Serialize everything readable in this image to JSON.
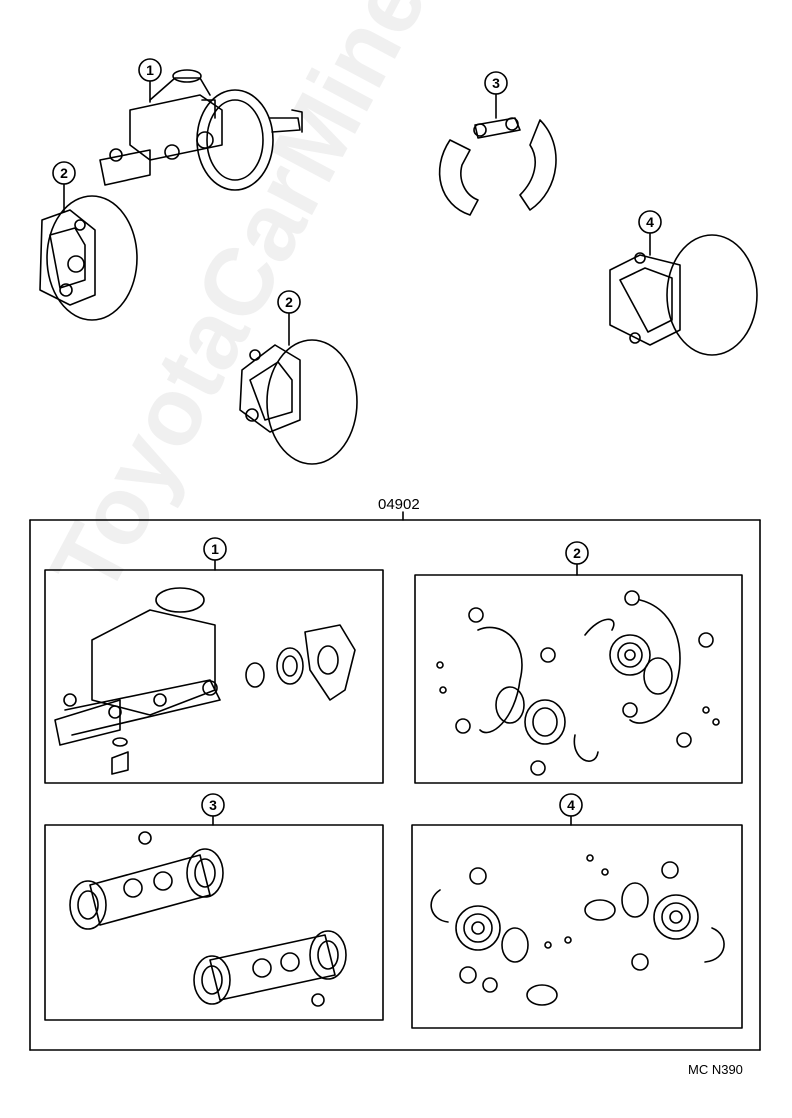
{
  "top_group": {
    "callouts": [
      {
        "id": "master-cylinder",
        "number": "1"
      },
      {
        "id": "front-disc-left",
        "number": "2"
      },
      {
        "id": "front-disc-right",
        "number": "2"
      },
      {
        "id": "rear-drum",
        "number": "3"
      },
      {
        "id": "rear-disc",
        "number": "4"
      }
    ]
  },
  "kit": {
    "part_number": "04902",
    "panels": [
      {
        "id": "kit-master-cylinder",
        "number": "1"
      },
      {
        "id": "kit-front-caliper",
        "number": "2"
      },
      {
        "id": "kit-wheel-cylinder",
        "number": "3"
      },
      {
        "id": "kit-rear-caliper",
        "number": "4"
      }
    ]
  },
  "footer_code": "MC N390",
  "watermark": "ToyotaCarMine.ru"
}
